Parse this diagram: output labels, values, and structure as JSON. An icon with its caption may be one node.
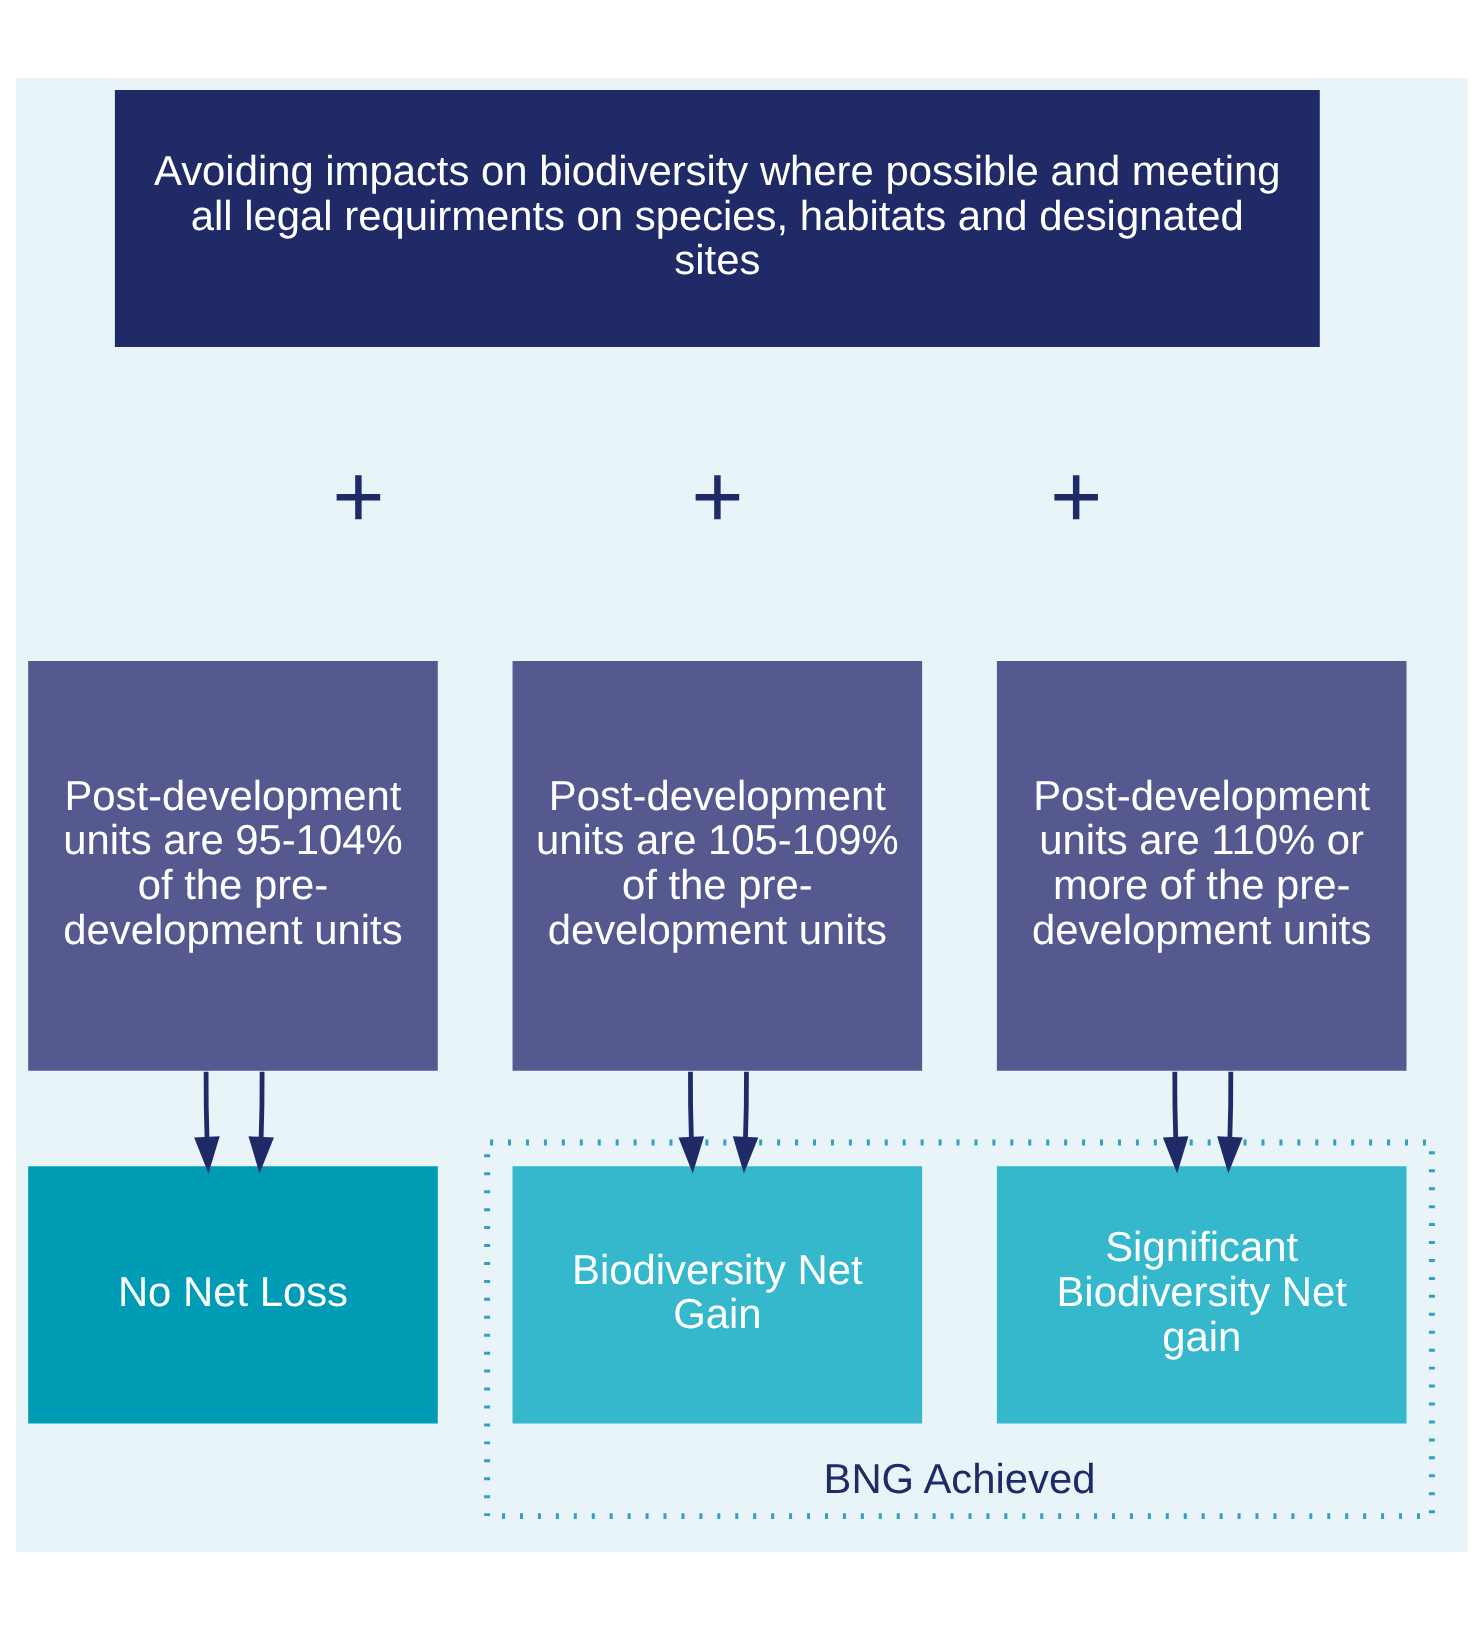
{
  "diagram": {
    "nodes": [
      {
        "text": [
          "Avoiding impacts on biodiversity where possible and meeting all legal requirments on species, habitats and designated sites"
        ]
      },
      {
        "text": [
          "Post-development units are 95-104% of the pre-development units"
        ]
      },
      {
        "text": [
          "Post-development units are 105-109% of the pre-development units"
        ]
      },
      {
        "text": [
          "Post-development units are 110% or more of the pre-development units"
        ]
      },
      {
        "text": [
          "No Net Loss"
        ]
      },
      {
        "text": [
          "BNG Achieved"
        ]
      },
      {
        "text": [
          "Biodiversity Net Gain"
        ],
        "in": 5
      },
      {
        "text": [
          "Significant Biodiversity Net gain"
        ],
        "in": 5
      }
    ],
    "edges": [
      {
        "from": 1,
        "to": 4,
        "arrow": "to"
      },
      {
        "from": 1,
        "to": 4,
        "arrow": "to"
      },
      {
        "from": 2,
        "to": 6,
        "arrow": "to"
      },
      {
        "from": 2,
        "to": 6,
        "arrow": "to"
      },
      {
        "from": 3,
        "to": 7,
        "arrow": "to"
      },
      {
        "from": 3,
        "to": 7,
        "arrow": "to"
      }
    ],
    "labels": [
      "+",
      "+",
      "+"
    ]
  }
}
